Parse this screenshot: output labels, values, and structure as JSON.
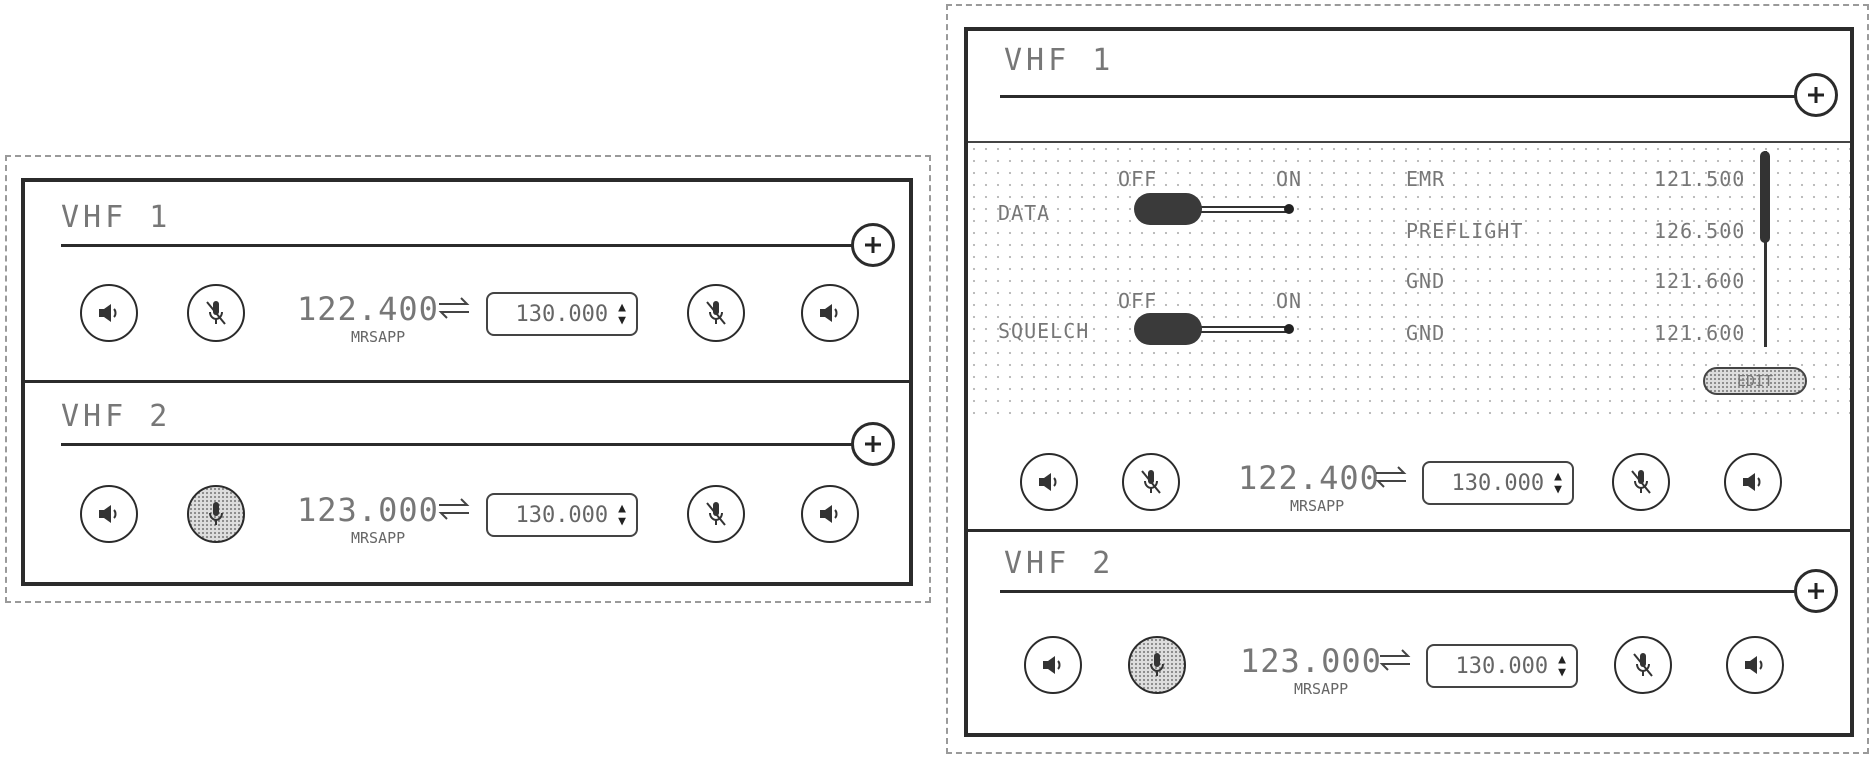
{
  "colors": {
    "border": "#2b2b2b",
    "text": "#777777",
    "knob": "#3a3a3a"
  },
  "left_panel": {
    "vhf1": {
      "title": "VHF 1",
      "active_freq": "122.400",
      "active_label": "MRSAPP",
      "standby_freq": "130.000",
      "swap_icon": "swap-arrows-icon"
    },
    "vhf2": {
      "title": "VHF 2",
      "active_freq": "123.000",
      "active_label": "MRSAPP",
      "standby_freq": "130.000",
      "swap_icon": "swap-arrows-icon"
    }
  },
  "right_panel": {
    "vhf1": {
      "title": "VHF 1",
      "settings": {
        "data_label": "DATA",
        "squelch_label": "SQUELCH",
        "off_label": "OFF",
        "on_label": "ON",
        "presets": [
          {
            "name": "EMR",
            "freq": "121.500"
          },
          {
            "name": "PREFLIGHT",
            "freq": "126.500"
          },
          {
            "name": "GND",
            "freq": "121.600"
          },
          {
            "name": "GND",
            "freq": "121.600"
          }
        ],
        "edit_label": "EDIT"
      },
      "active_freq": "122.400",
      "active_label": "MRSAPP",
      "standby_freq": "130.000"
    },
    "vhf2": {
      "title": "VHF 2",
      "active_freq": "123.000",
      "active_label": "MRSAPP",
      "standby_freq": "130.000"
    }
  },
  "icons": {
    "add": "plus-icon",
    "speaker": "speaker-icon",
    "mic_muted": "mic-muted-icon",
    "mic": "mic-icon",
    "caret": "up-down-caret-icon"
  }
}
